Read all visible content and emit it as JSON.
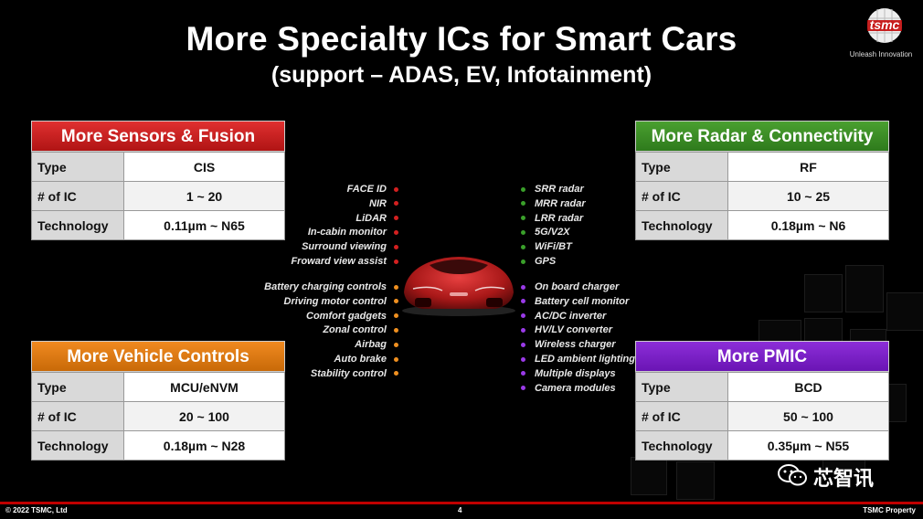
{
  "title": "More Specialty ICs for Smart Cars",
  "subtitle": "(support – ADAS, EV, Infotainment)",
  "logo": {
    "text": "tsmc",
    "slogan": "Unleash Innovation"
  },
  "colors": {
    "red": "#c81e1e",
    "green": "#3a8c24",
    "orange": "#e07b14",
    "purple": "#7b1fc9",
    "footer_red": "#c00000"
  },
  "cards": [
    {
      "title": "More Sensors & Fusion",
      "type": "CIS",
      "num_ic": "1 ~ 20",
      "technology": "0.11µm ~ N65"
    },
    {
      "title": "More Radar & Connectivity",
      "type": "RF",
      "num_ic": "10 ~ 25",
      "technology": "0.18µm ~ N6"
    },
    {
      "title": "More Vehicle Controls",
      "type": "MCU/eNVM",
      "num_ic": "20 ~ 100",
      "technology": "0.18µm ~ N28"
    },
    {
      "title": "More PMIC",
      "type": "BCD",
      "num_ic": "50 ~ 100",
      "technology": "0.35µm ~ N55"
    }
  ],
  "row_labels": {
    "type": "Type",
    "num_ic": "# of IC",
    "technology": "Technology"
  },
  "lists": {
    "sensors": [
      "FACE ID",
      "NIR",
      "LiDAR",
      "In-cabin monitor",
      "Surround viewing",
      "Froward view assist"
    ],
    "radar": [
      "SRR radar",
      "MRR radar",
      "LRR radar",
      "5G/V2X",
      "WiFi/BT",
      "GPS"
    ],
    "controls": [
      "Battery charging controls",
      "Driving motor control",
      "Comfort gadgets",
      "Zonal control",
      "Airbag",
      "Auto brake",
      "Stability control"
    ],
    "pmic": [
      "On board charger",
      "Battery cell monitor",
      "AC/DC inverter",
      "HV/LV converter",
      "Wireless charger",
      "LED ambient lighting",
      "Multiple displays",
      "Camera modules"
    ]
  },
  "watermark": "芯智讯",
  "footer": {
    "copyright": "© 2022 TSMC, Ltd",
    "page": "4",
    "property": "TSMC Property"
  }
}
